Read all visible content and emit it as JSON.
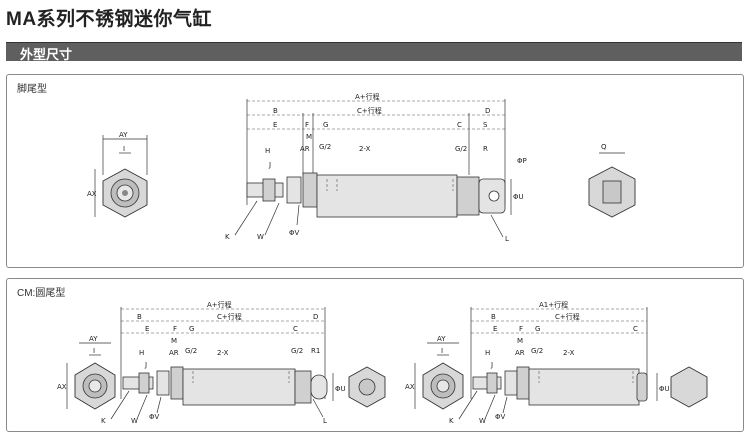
{
  "title": "MA系列不锈钢迷你气缸",
  "section": {
    "label": "外型尺寸"
  },
  "panel1": {
    "label": "脚尾型",
    "dims": {
      "AY": "AY",
      "I": "I",
      "AX": "AX",
      "A_stroke": "A+行程",
      "B": "B",
      "C_stroke": "C+行程",
      "D": "D",
      "E": "E",
      "F": "F",
      "G": "G",
      "M": "M",
      "AR": "AR",
      "G2": "G/2",
      "X2": "2-X",
      "H": "H",
      "J": "J",
      "S": "S",
      "R": "R",
      "PhiP": "ΦP",
      "PhiU": "ΦU",
      "K": "K",
      "W": "W",
      "PhiV": "ΦV",
      "L": "L",
      "Q": "Q"
    }
  },
  "panel2": {
    "label": "CM:圆尾型",
    "dims": {
      "AY": "AY",
      "I": "I",
      "AX": "AX",
      "A_stroke": "A+行程",
      "B": "B",
      "C_stroke": "C+行程",
      "D": "D",
      "E": "E",
      "F": "F",
      "G": "G",
      "M": "M",
      "AR": "AR",
      "G2": "G/2",
      "X2": "2-X",
      "H": "H",
      "J": "J",
      "R1": "R1",
      "PhiU": "ΦU",
      "K": "K",
      "W": "W",
      "PhiV": "ΦV",
      "L": "L",
      "A1_stroke": "A1+行程",
      "C": "C"
    }
  }
}
